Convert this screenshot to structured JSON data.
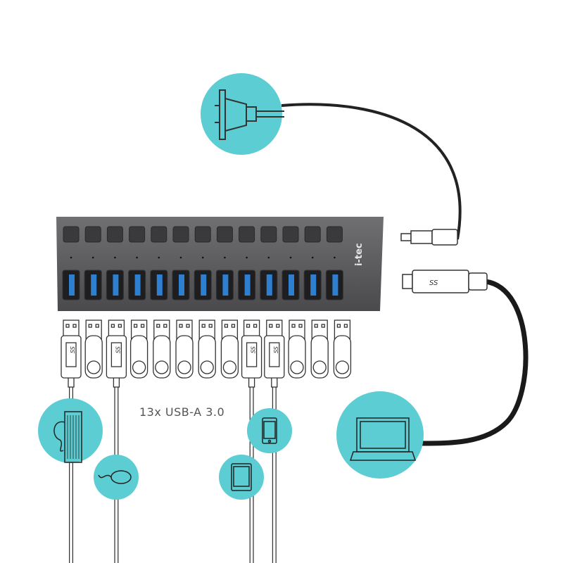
{
  "caption": "13x USB-A 3.0",
  "brand_logo": "i-tec",
  "port_count": 13,
  "connected_ports": [
    0,
    2,
    8,
    9
  ],
  "colors": {
    "accent": "#5ccdd2",
    "hub": "#5b5b5d",
    "port_blue": "#2f7fd0",
    "line": "#444444"
  },
  "devices": [
    {
      "icon": "keyboard-icon"
    },
    {
      "icon": "mouse-icon"
    },
    {
      "icon": "tablet-icon"
    },
    {
      "icon": "smartphone-icon"
    },
    {
      "icon": "laptop-icon"
    },
    {
      "icon": "power-adapter-icon"
    }
  ]
}
